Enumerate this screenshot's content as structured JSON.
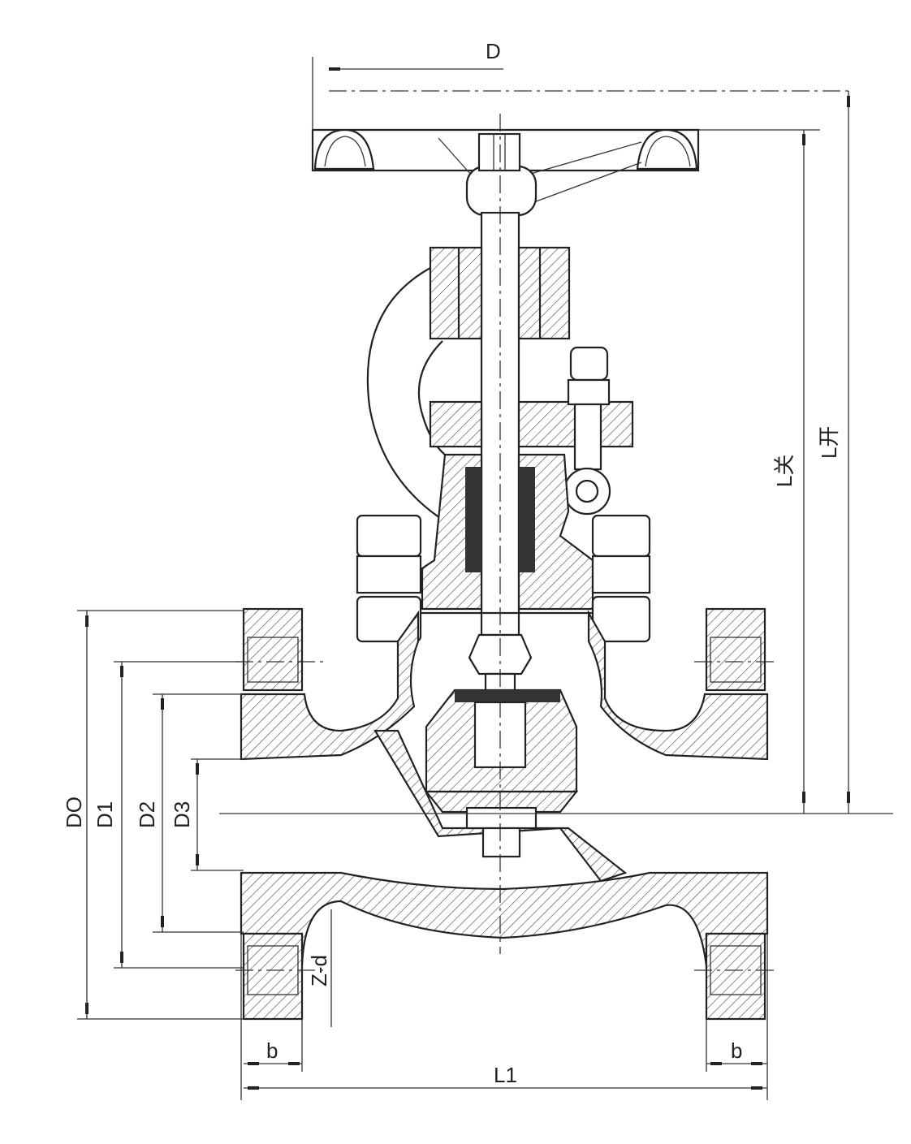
{
  "title": "Globe valve dimension drawing",
  "labels": {
    "D": "D",
    "L_closed": "L关",
    "L_open": "L开",
    "D0": "DO",
    "D1": "D1",
    "D2": "D2",
    "D3": "D3",
    "Z_d": "Z-d",
    "b_left": "b",
    "b_right": "b",
    "L1": "L1"
  }
}
